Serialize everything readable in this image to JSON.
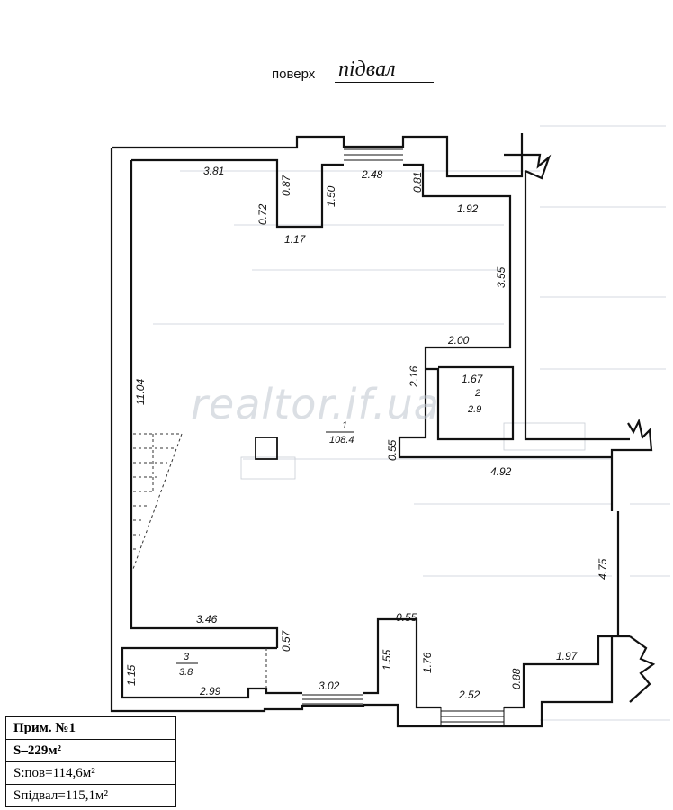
{
  "header": {
    "label": "поверх",
    "value": "підвал"
  },
  "watermark": "realtor.if.ua",
  "rooms": [
    {
      "number": "1",
      "area": "108.4"
    },
    {
      "number": "2",
      "area": "2.9"
    },
    {
      "number": "3",
      "area": "3.8"
    }
  ],
  "dimensions": {
    "d381": "3.81",
    "d087": "0.87",
    "d072": "0.72",
    "d117": "1.17",
    "d150": "1.50",
    "d248": "2.48",
    "d081": "0.81",
    "d192": "1.92",
    "d355": "3.55",
    "d200": "2.00",
    "d216": "2.16",
    "d167": "1.67",
    "d055a": "0.55",
    "d492": "4.92",
    "d475": "4.75",
    "d1104": "11.04",
    "d346": "3.46",
    "d057": "0.57",
    "d115": "1.15",
    "d299": "2.99",
    "d302": "3.02",
    "d155": "1.55",
    "d055b": "0.55",
    "d176": "1.76",
    "d252": "2.52",
    "d088": "0.88",
    "d197": "1.97"
  },
  "info": {
    "title": "Прим. №1",
    "total": "S–229м²",
    "floor": "S:пов=114,6м²",
    "basement": "Sпідвал=115,1м²"
  }
}
